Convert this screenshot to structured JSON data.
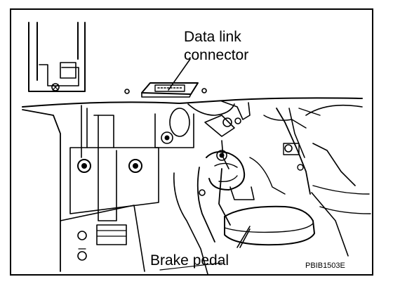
{
  "figure": {
    "labels": {
      "data_link_connector_line1": "Data link",
      "data_link_connector_line2": "connector",
      "brake_pedal": "Brake pedal"
    },
    "figure_code": "PBIB1503E"
  },
  "colors": {
    "ink": "#000000",
    "paper": "#ffffff",
    "shade": "#9a9a9a"
  }
}
